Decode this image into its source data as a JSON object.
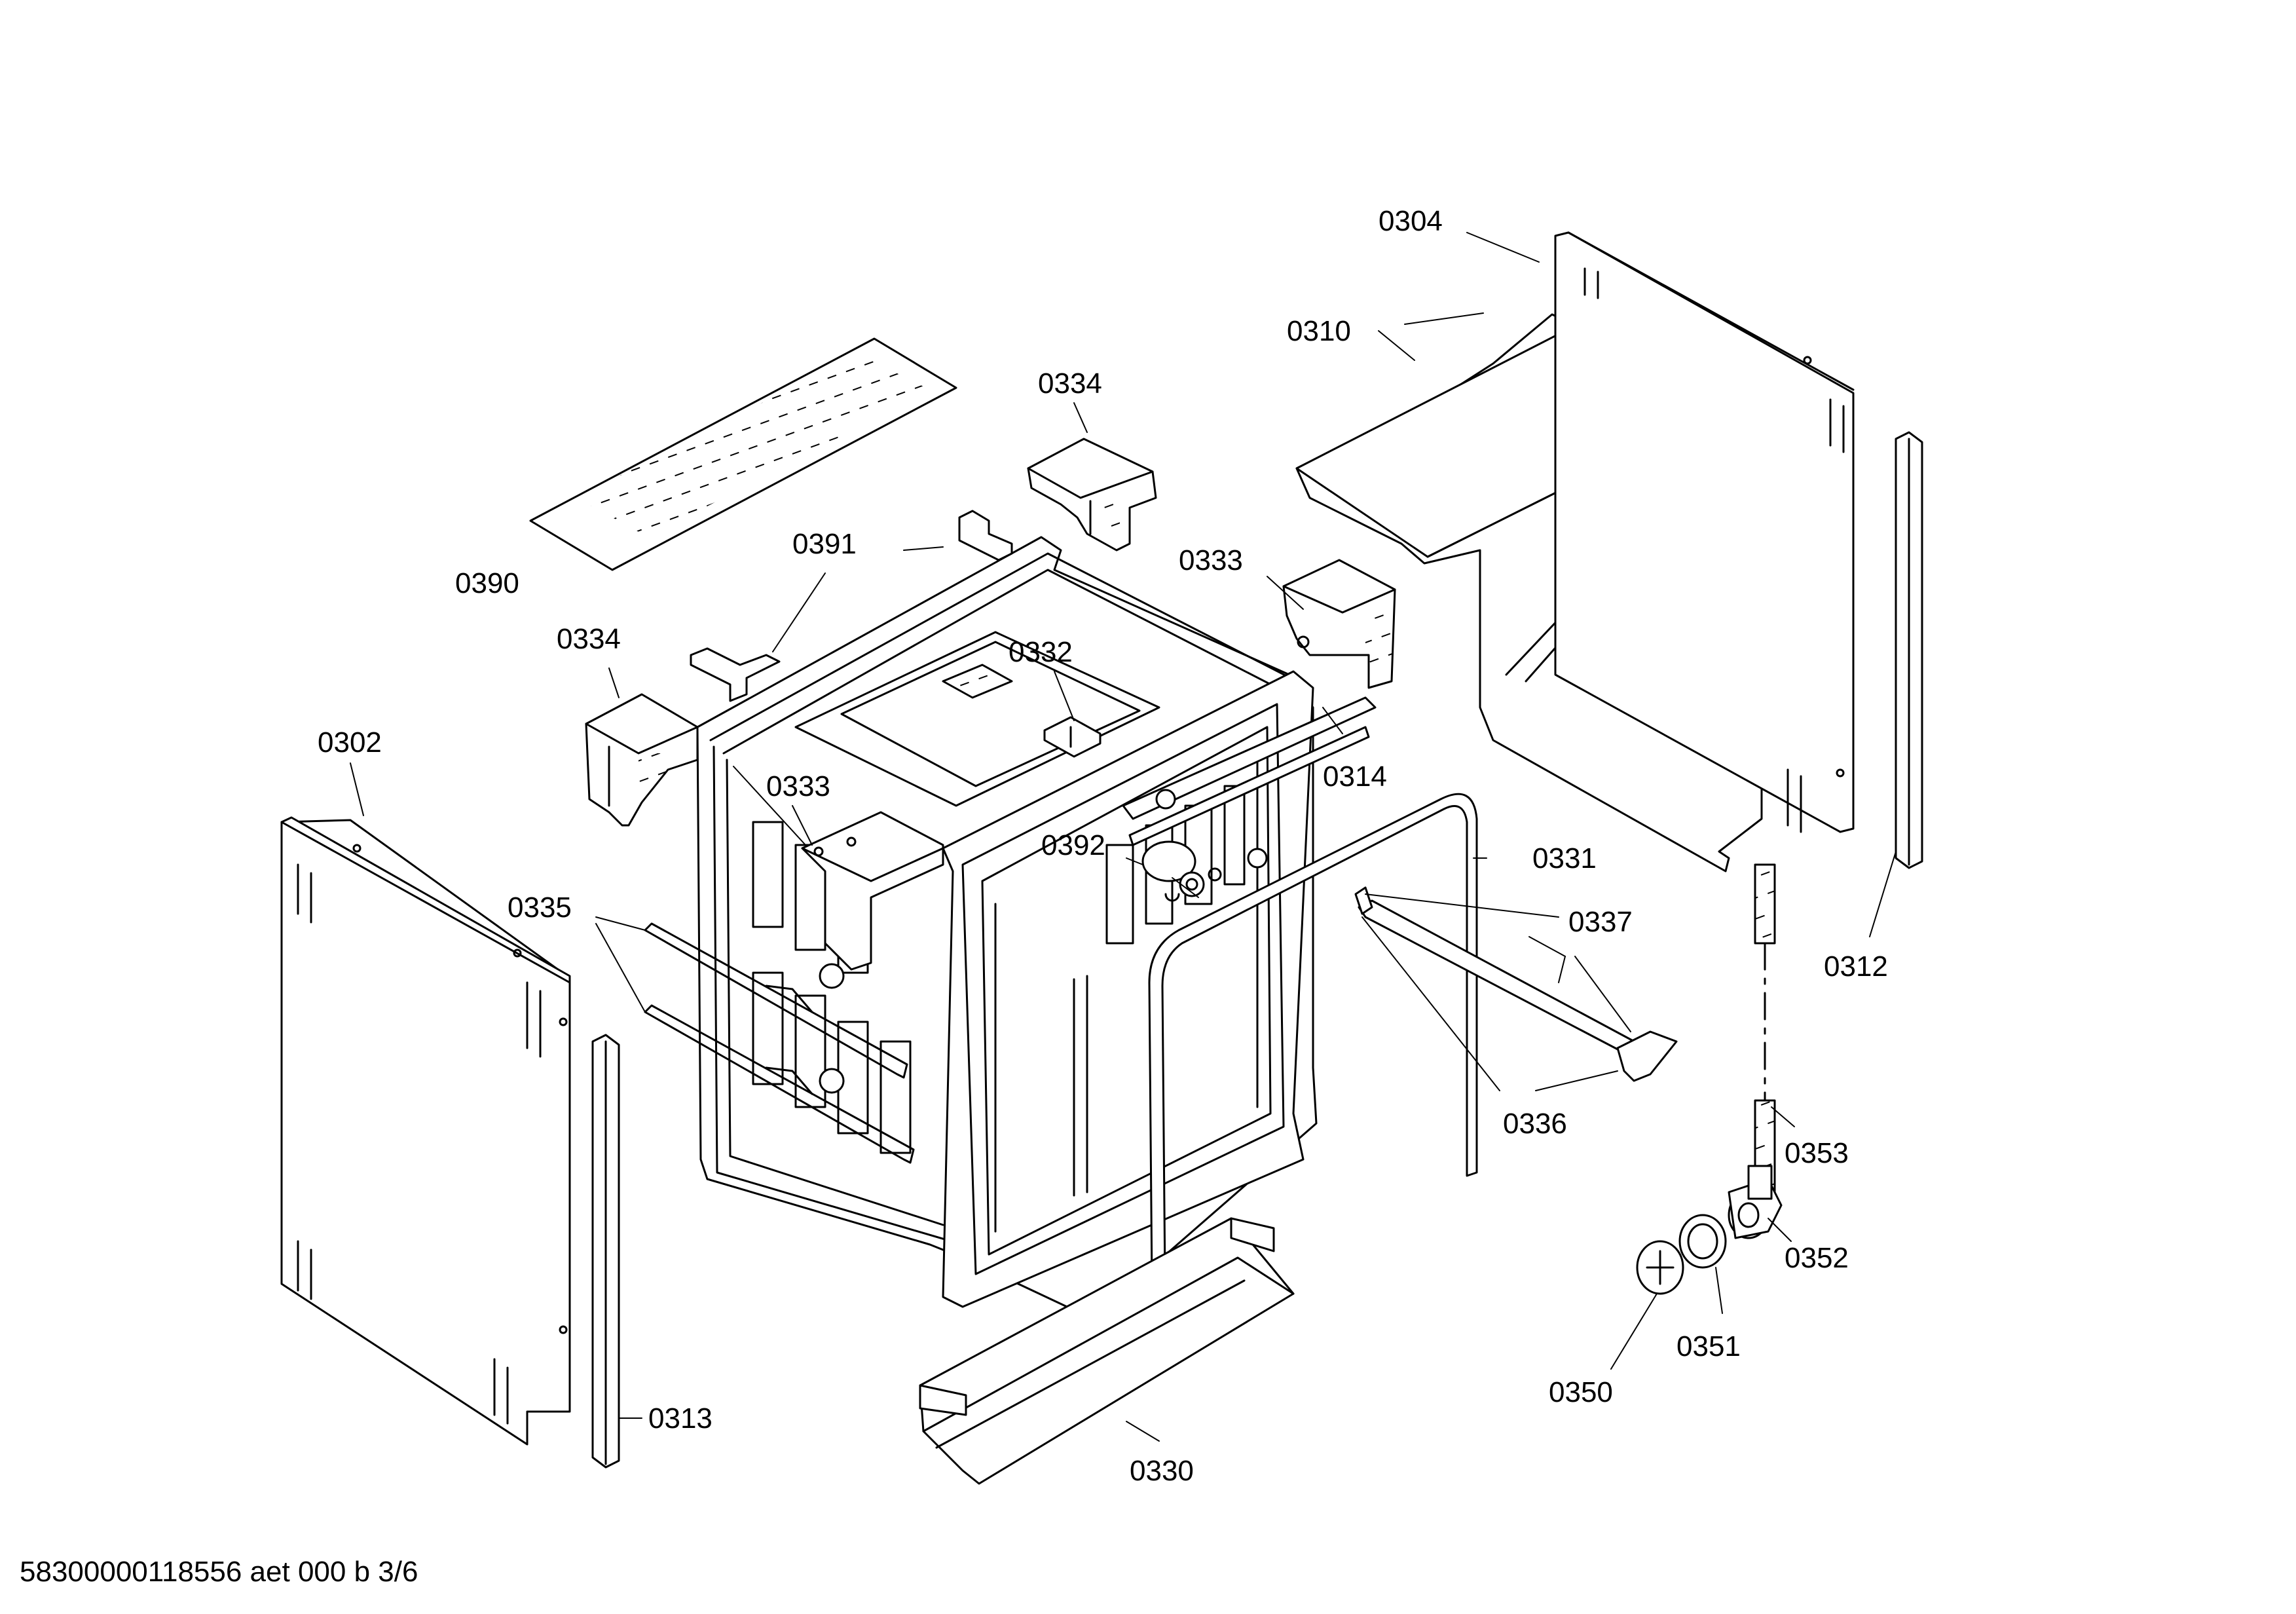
{
  "colors": {
    "line": "#000000",
    "background": "#ffffff",
    "hatch": "#000000"
  },
  "labels": {
    "p0304": "0304",
    "p0310": "0310",
    "p0334a": "0334",
    "p0390": "0390",
    "p0391": "0391",
    "p0333a": "0333",
    "p0334b": "0334",
    "p0332": "0332",
    "p0302": "0302",
    "p0333b": "0333",
    "p0314": "0314",
    "p0392": "0392",
    "p0331": "0331",
    "p0335": "0335",
    "p0337": "0337",
    "p0312": "0312",
    "p0336": "0336",
    "p0353": "0353",
    "p0352": "0352",
    "p0351": "0351",
    "p0350": "0350",
    "p0313": "0313",
    "p0330": "0330"
  },
  "footer": "58300000118556 aet 000 b 3/6"
}
